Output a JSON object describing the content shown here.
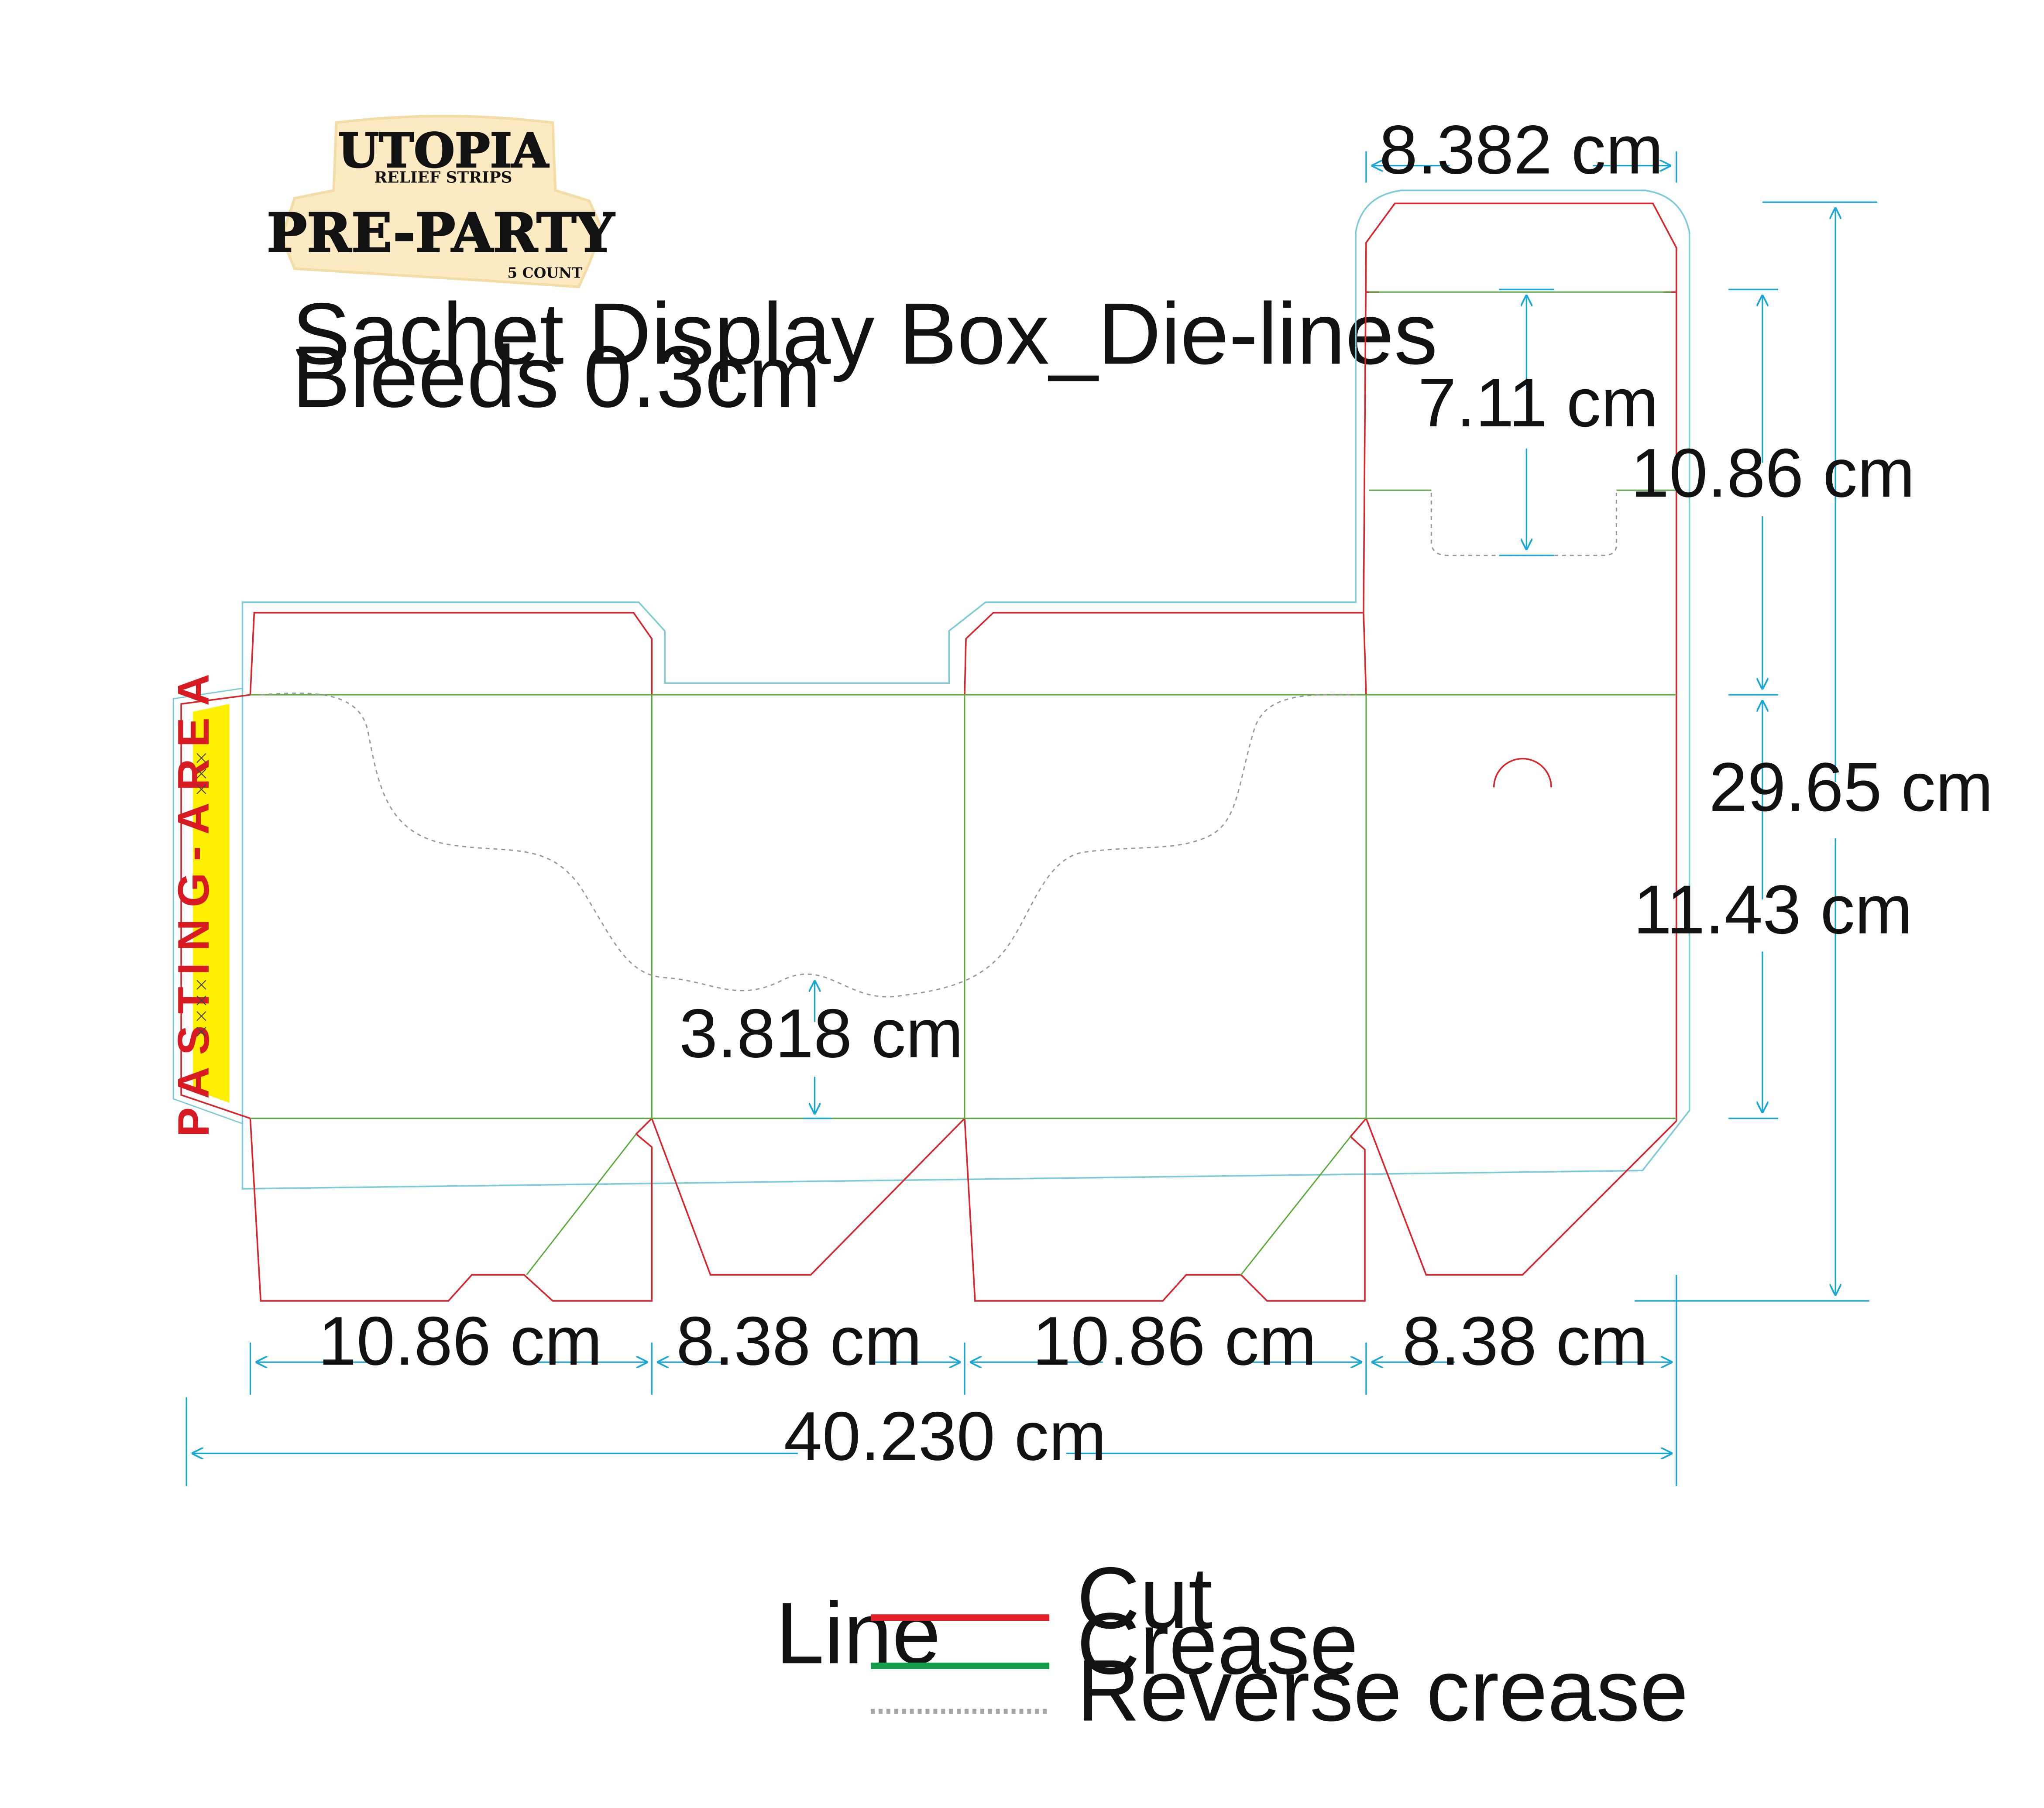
{
  "logo": {
    "line1": "UTOPIA",
    "line2": "RELIEF STRIPS",
    "line3": "PRE-PARTY",
    "line4": "5 COUNT"
  },
  "header": {
    "title": "Sachet Display Box_Die-lines",
    "bleeds": "Bleeds 0.3cm"
  },
  "glue_flap": {
    "label": "PASTING-AREA",
    "color": "#ffef00"
  },
  "dimensions": {
    "top_lid_width": "8.382 cm",
    "tuck_depth": "7.11 cm",
    "lid_height": "10.86 cm",
    "body_height": "11.43 cm",
    "total_height": "29.65 cm",
    "window_depth": "3.818 cm",
    "panel_1": "10.86 cm",
    "panel_2": "8.38 cm",
    "panel_3": "10.86 cm",
    "panel_4": "8.38 cm",
    "total_width": "40.230 cm"
  },
  "legend": {
    "title": "Line",
    "items": [
      {
        "label": "Cut",
        "color": "#e4202a",
        "style": "solid"
      },
      {
        "label": "Crease",
        "color": "#149c48",
        "style": "solid"
      },
      {
        "label": "Reverse crease",
        "color": "#a6a6a6",
        "style": "dotted"
      }
    ]
  },
  "colors": {
    "cut": "#d9262d",
    "crease": "#5aab3c",
    "reverse_crease": "#9a9a9a",
    "bleed": "#7fcbd9",
    "dimension": "#19a8d6"
  }
}
